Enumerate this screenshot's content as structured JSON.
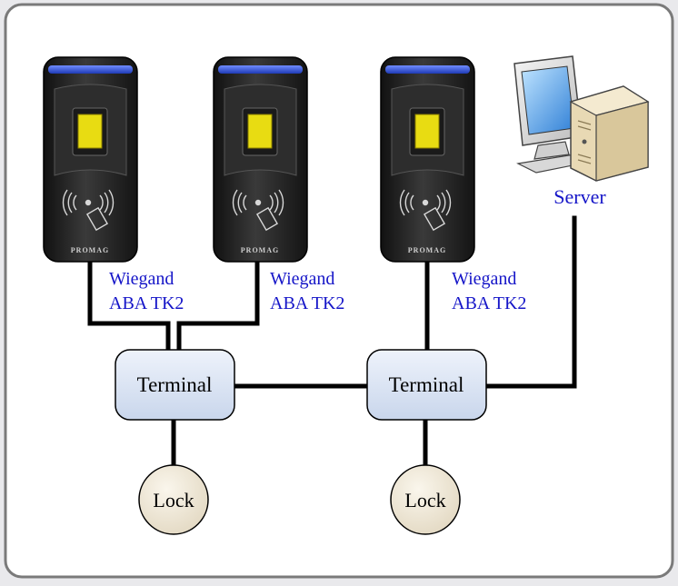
{
  "reader_brand": "PROMAG",
  "readers": [
    {
      "interface_line1": "Wiegand",
      "interface_line2": "ABA TK2"
    },
    {
      "interface_line1": "Wiegand",
      "interface_line2": "ABA TK2"
    },
    {
      "interface_line1": "Wiegand",
      "interface_line2": "ABA TK2"
    }
  ],
  "terminals": [
    {
      "label": "Terminal"
    },
    {
      "label": "Terminal"
    }
  ],
  "locks": [
    {
      "label": "Lock"
    },
    {
      "label": "Lock"
    }
  ],
  "server": {
    "label": "Server"
  },
  "colors": {
    "label_blue": "#1515c8",
    "terminal_fill": "#d9e3f2",
    "lock_fill": "#ede6d6",
    "reader_body": "#232323",
    "reader_led": "#2e4fd0",
    "sensor_yellow": "#e8dc12",
    "wire": "#000000"
  }
}
